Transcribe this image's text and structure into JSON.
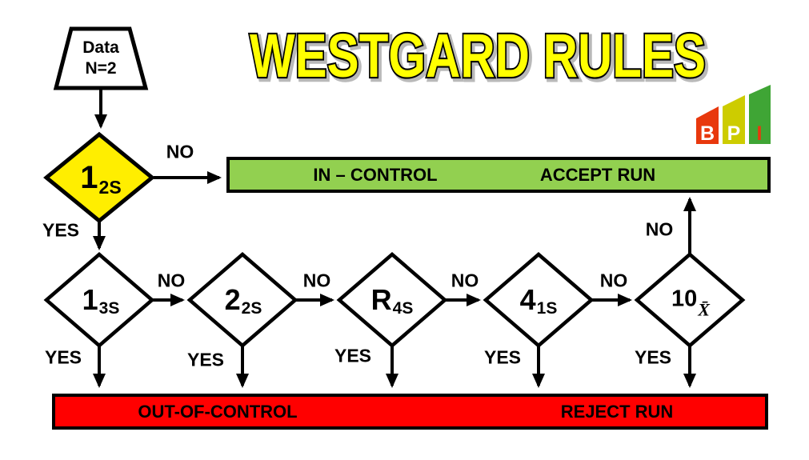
{
  "title": "WESTGARD RULES",
  "logo": {
    "letters": [
      "B",
      "P",
      "I"
    ],
    "bar_colors": [
      "#E8380D",
      "#CDCC00",
      "#3FA535"
    ]
  },
  "start": {
    "line1": "Data",
    "line2": "N=2"
  },
  "edge_labels": {
    "yes": "YES",
    "no": "NO"
  },
  "decisions": [
    {
      "rule": "1",
      "sub": "2S"
    },
    {
      "rule": "1",
      "sub": "3S"
    },
    {
      "rule": "2",
      "sub": "2S"
    },
    {
      "rule": "R",
      "sub": "4S"
    },
    {
      "rule": "4",
      "sub": "1S"
    },
    {
      "rule": "10",
      "sub": "X̄"
    }
  ],
  "outcome_accept": {
    "status": "IN – CONTROL",
    "action": "ACCEPT RUN",
    "color": "#92D050"
  },
  "outcome_reject": {
    "status": "OUT-OF-CONTROL",
    "action": "REJECT RUN",
    "color": "#FF0000"
  },
  "colors": {
    "decision_highlight": "#FFEE00",
    "title": "#FFFF00",
    "line": "#000000"
  }
}
